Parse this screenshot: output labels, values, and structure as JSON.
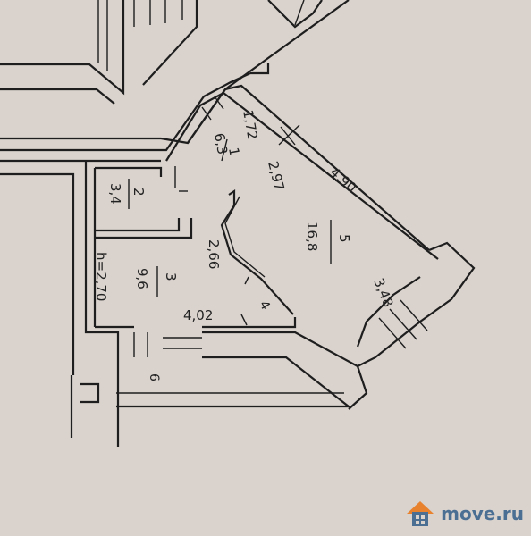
{
  "rooms": [
    {
      "id": "1",
      "number": "1",
      "area": "6,3",
      "dimension": "1,72"
    },
    {
      "id": "2",
      "number": "2",
      "area": "3,4"
    },
    {
      "id": "3",
      "number": "3",
      "area": "9,6",
      "height": "h=2,70",
      "dimension": "4,02"
    },
    {
      "id": "5",
      "number": "5",
      "area": "16,8",
      "dimension_a": "4,90",
      "dimension_b": "3,48"
    }
  ],
  "dimensions": {
    "corridor": "2,97",
    "hall": "2,66",
    "small": "4",
    "stair": "6"
  },
  "watermark": {
    "text": "move.ru",
    "icon": "house-logo-icon",
    "colors": {
      "roof": "#e8822f",
      "body": "#4a6f93"
    }
  }
}
